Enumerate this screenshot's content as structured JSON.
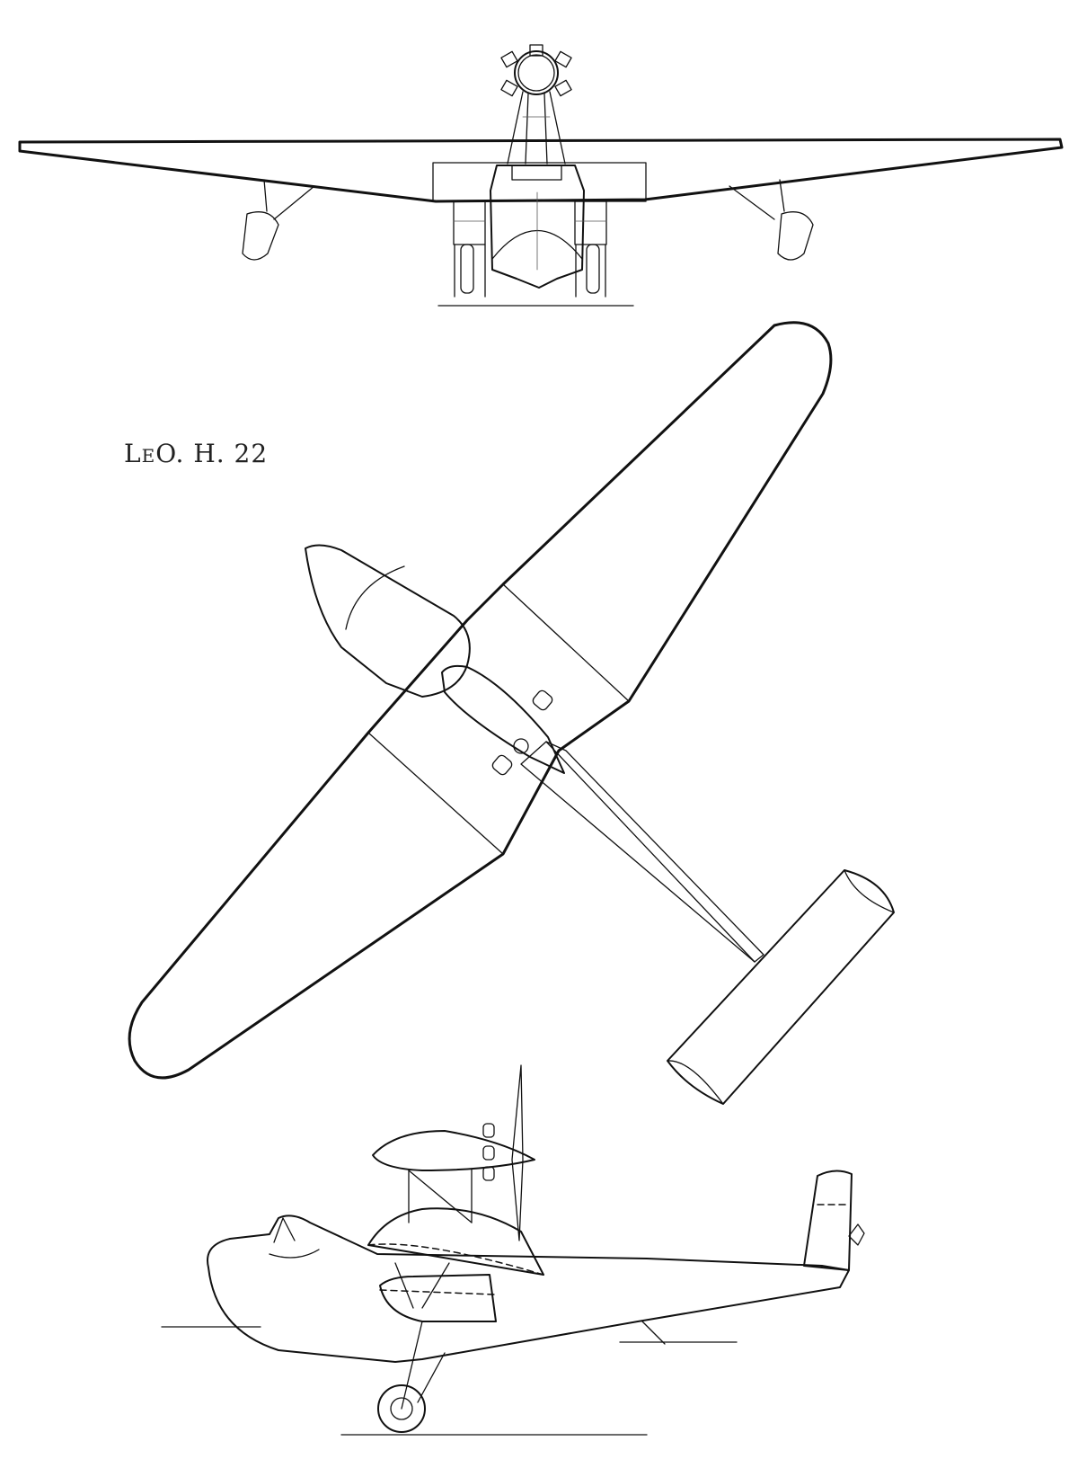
{
  "designation": {
    "initial": "L",
    "small_letter": "E",
    "rest": "O. H. 22"
  },
  "views": [
    {
      "name": "front-view"
    },
    {
      "name": "plan-view"
    },
    {
      "name": "side-view"
    }
  ],
  "colors": {
    "ink": "#111111",
    "paper": "#ffffff"
  }
}
